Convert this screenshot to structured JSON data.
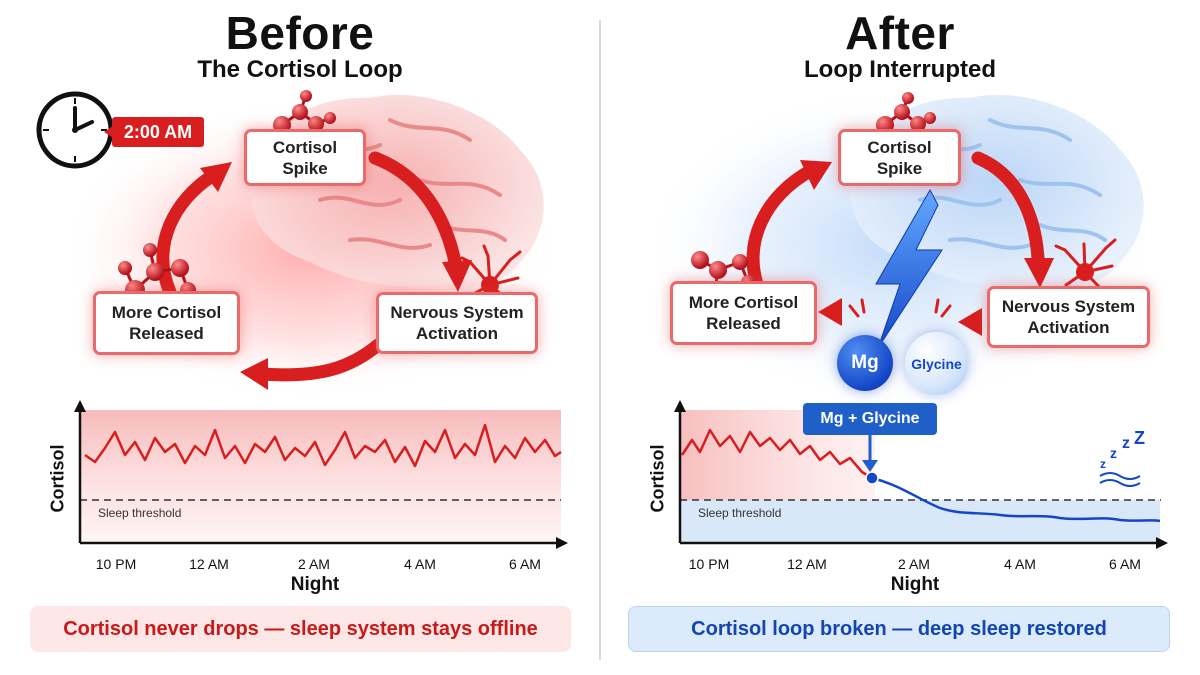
{
  "before": {
    "title": "Before",
    "subtitle": "The Cortisol Loop",
    "clock_time": "2:00 AM",
    "nodes": {
      "cortisol_spike": "Cortisol\nSpike",
      "nervous_system": "Nervous System\nActivation",
      "more_cortisol": "More Cortisol\nReleased"
    },
    "chart": {
      "ylabel": "Cortisol",
      "xlabel": "Night",
      "threshold_label": "Sleep threshold",
      "ticks": [
        "10 PM",
        "12 AM",
        "2 AM",
        "4 AM",
        "6 AM"
      ]
    },
    "caption": "Cortisol never drops — sleep system stays offline"
  },
  "after": {
    "title": "After",
    "subtitle": "Loop Interrupted",
    "nodes": {
      "cortisol_spike": "Cortisol\nSpike",
      "nervous_system": "Nervous System\nActivation",
      "more_cortisol": "More Cortisol\nReleased"
    },
    "bubbles": {
      "mg": "Mg",
      "glycine": "Glycine"
    },
    "callout": "Mg + Glycine",
    "chart": {
      "ylabel": "Cortisol",
      "xlabel": "Night",
      "threshold_label": "Sleep threshold",
      "ticks": [
        "10 PM",
        "12 AM",
        "2 AM",
        "4 AM",
        "6 AM"
      ]
    },
    "caption": "Cortisol loop broken — deep sleep restored"
  },
  "colors": {
    "red": "#d81e1e",
    "blue": "#1446c8",
    "red_fill": "#fde6e6",
    "blue_fill": "#dcebfb"
  },
  "icons": [
    "clock-icon",
    "molecule-icon",
    "neuron-icon",
    "brain-icon",
    "lightning-icon",
    "moon-icon",
    "zzz-icon"
  ]
}
